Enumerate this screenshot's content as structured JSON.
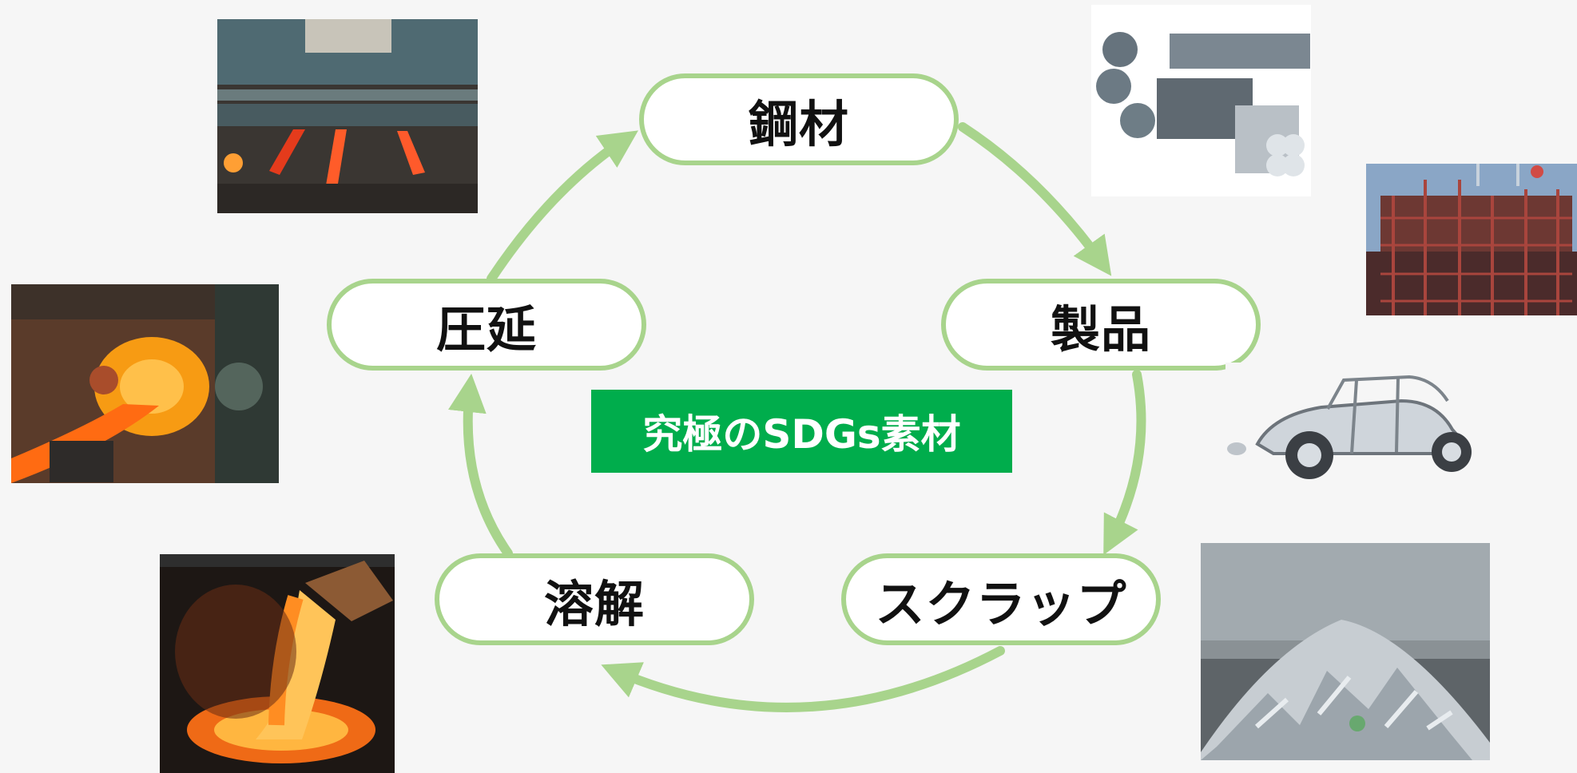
{
  "diagram": {
    "center_label": "究極のSDGs素材",
    "nodes": {
      "steel": "鋼材",
      "product": "製品",
      "scrap": "スクラップ",
      "melt": "溶解",
      "roll": "圧延"
    },
    "colors": {
      "arrow": "#a8d48c",
      "node_border": "#a8d48c",
      "node_fill": "#ffffff",
      "center_box": "#00ad4c",
      "center_text": "#ffffff",
      "background": "#f6f6f6"
    },
    "images": [
      {
        "name": "steel-mill-photo"
      },
      {
        "name": "steel-pipes-photo"
      },
      {
        "name": "steel-frame-building-photo"
      },
      {
        "name": "hot-rolling-photo"
      },
      {
        "name": "car-body-frame-photo"
      },
      {
        "name": "molten-steel-pour-photo"
      },
      {
        "name": "scrap-pile-photo"
      }
    ]
  }
}
